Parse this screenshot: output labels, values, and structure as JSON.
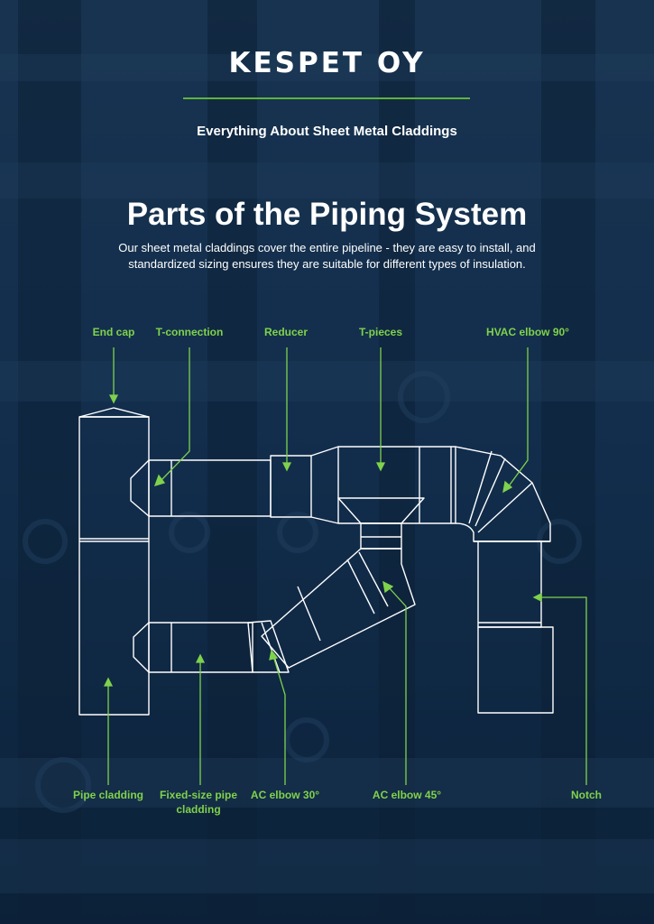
{
  "brand": {
    "name": "KESPET OY"
  },
  "header": {
    "tagline": "Everything About Sheet Metal Claddings"
  },
  "main": {
    "title": "Parts of the Piping System",
    "description": "Our sheet metal claddings cover the entire pipeline - they are easy to install, and standardized sizing ensures they are suitable for different types of insulation."
  },
  "labels": {
    "end_cap": "End cap",
    "t_connection": "T-connection",
    "reducer": "Reducer",
    "t_pieces": "T-pieces",
    "hvac_elbow_90": "HVAC elbow 90°",
    "pipe_cladding": "Pipe cladding",
    "fixed_size_line1": "Fixed-size pipe",
    "fixed_size_line2": "cladding",
    "ac_elbow_30": "AC elbow 30°",
    "ac_elbow_45": "AC elbow 45°",
    "notch": "Notch"
  },
  "colors": {
    "accent": "#7fd24c",
    "background": "#0f2740",
    "line": "#ffffff"
  }
}
